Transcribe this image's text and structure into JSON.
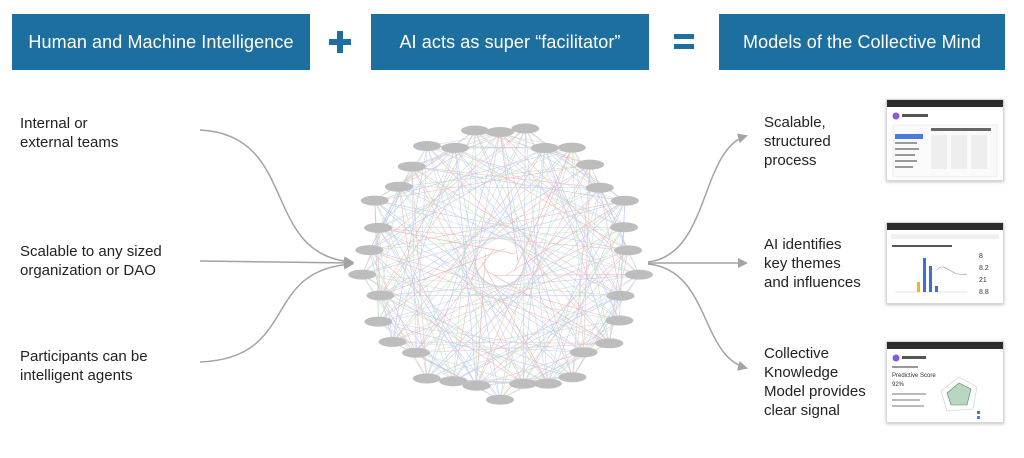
{
  "header": {
    "box1": "Human and Machine Intelligence",
    "box2": "AI acts as super “facilitator”",
    "box3": "Models of the Collective Mind"
  },
  "inputs": [
    [
      "Internal or",
      "external teams"
    ],
    [
      "Scalable to any sized",
      "organization or DAO"
    ],
    [
      "Participants can be",
      "intelligent agents"
    ]
  ],
  "outputs": [
    [
      "Scalable,",
      "structured",
      "process"
    ],
    [
      "AI identifies",
      "key themes",
      "and influences"
    ],
    [
      "Collective",
      "Knowledge",
      "Model provides",
      "clear signal"
    ]
  ],
  "colors": {
    "header_bg": "#1d6fa0",
    "operator": "#1d6fa0",
    "arrow": "#a3a3a3",
    "node": "#bdbdbd"
  },
  "icons": {
    "plus": "plus-icon",
    "equals": "equals-icon"
  }
}
